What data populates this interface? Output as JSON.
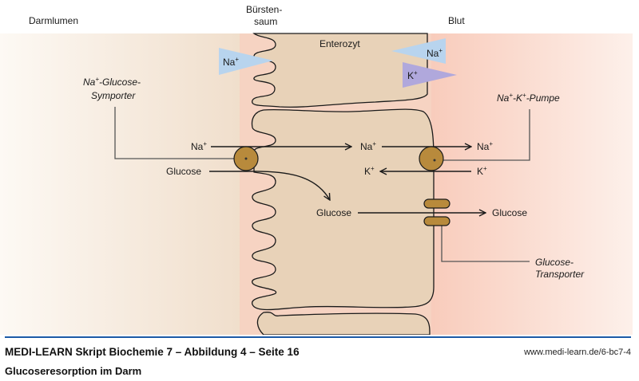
{
  "labels": {
    "lumen": "Darmlumen",
    "brush_border_line1": "Bürsten-",
    "brush_border_line2": "saum",
    "blood": "Blut",
    "enterocyte": "Enterozyt",
    "symporter_line1": "Na",
    "symporter_line1_sup": "+",
    "symporter_line1_rest": "-Glucose-",
    "symporter_line2": "Symporter",
    "pump_na": "Na",
    "pump_sup1": "+",
    "pump_k": "-K",
    "pump_sup2": "+",
    "pump_rest": "-Pumpe",
    "transporter_line1": "Glucose-",
    "transporter_line2": "Transporter"
  },
  "gradients": {
    "na_apical": {
      "ion": "Na",
      "charge": "+"
    },
    "na_basal": {
      "ion": "Na",
      "charge": "+"
    },
    "k_basal": {
      "ion": "K",
      "charge": "+"
    }
  },
  "flows": {
    "na_lumen": {
      "ion": "Na",
      "charge": "+"
    },
    "glucose_lumen": "Glucose",
    "na_cell": {
      "ion": "Na",
      "charge": "+"
    },
    "k_cell": {
      "ion": "K",
      "charge": "+"
    },
    "na_blood": {
      "ion": "Na",
      "charge": "+"
    },
    "k_blood": {
      "ion": "K",
      "charge": "+"
    },
    "glucose_cell": "Glucose",
    "glucose_blood": "Glucose"
  },
  "colors": {
    "na_gradient": "#b8d4ee",
    "k_gradient": "#b0a8dc",
    "protein": "#b88a3c",
    "cell": "#e8d2b8",
    "blood": "#f9cfc0",
    "accent_rule": "#1c5aa6"
  },
  "footer": {
    "title": "MEDI-LEARN Skript Biochemie 7 – Abbildung 4 – Seite 16",
    "subtitle": "Glucoseresorption im Darm",
    "url": "www.medi-learn.de/6-bc7-4"
  }
}
